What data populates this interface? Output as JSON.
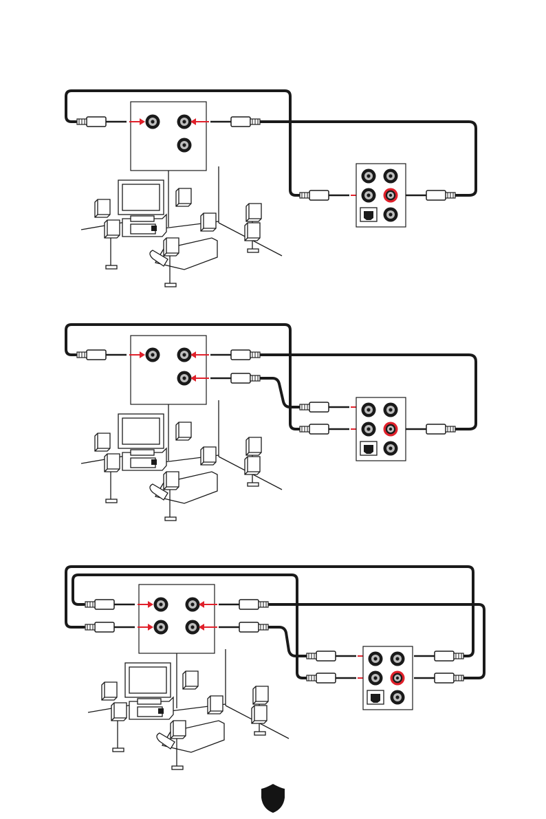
{
  "colors": {
    "accent_red": "#e0202a",
    "line": "#1a1a1a",
    "jack_grey": "#bdbdbd",
    "footer_shield": "#141414"
  },
  "icons": {
    "footer": "shield-icon",
    "jack": "audio-jack-icon",
    "plug": "audio-plug-icon",
    "speaker": "speaker-icon",
    "tv": "tv-icon",
    "sofa": "sofa-icon",
    "av_receiver": "av-receiver-icon",
    "optical": "optical-spdif-icon"
  },
  "diagrams": [
    {
      "name": "setup-2-speaker",
      "amp_jacks": 3,
      "cables_to_pc": 2
    },
    {
      "name": "setup-4-speaker",
      "amp_jacks": 3,
      "cables_to_pc": 3
    },
    {
      "name": "setup-6-speaker",
      "amp_jacks": 4,
      "cables_to_pc": 4
    }
  ]
}
